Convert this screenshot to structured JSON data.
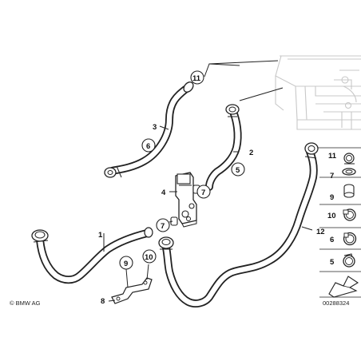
{
  "callouts": {
    "n1": "1",
    "n2": "2",
    "n3": "3",
    "n4": "4",
    "n5": "5",
    "n6": "6",
    "n7a": "7",
    "n7b": "7",
    "n8": "8",
    "n9": "9",
    "n10": "10",
    "n11": "11",
    "n12": "12"
  },
  "sidebar": {
    "items": [
      {
        "label": "11"
      },
      {
        "label": "7"
      },
      {
        "label": "9"
      },
      {
        "label": "10"
      },
      {
        "label": "6"
      },
      {
        "label": "5"
      }
    ]
  },
  "footer": {
    "copyright": "© BMW AG",
    "diagram_number": "00288324"
  }
}
